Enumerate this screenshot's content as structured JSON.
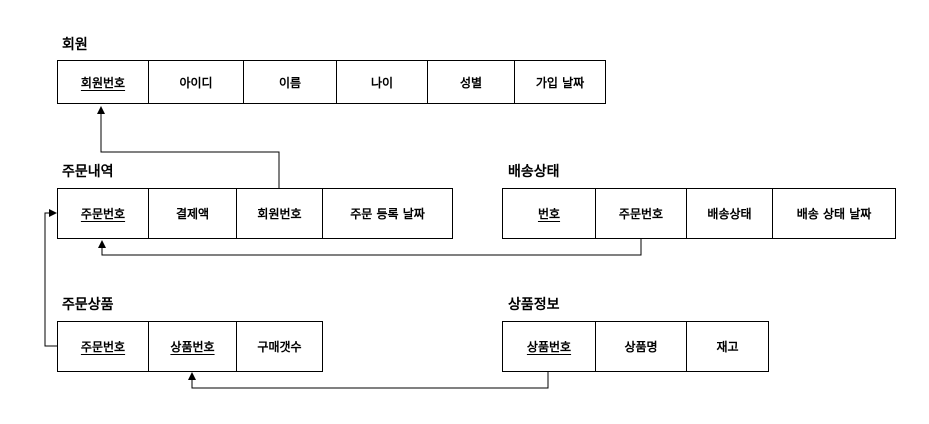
{
  "tables": {
    "member": {
      "name": "회원",
      "columns": [
        {
          "label": "회원번호",
          "key": true
        },
        {
          "label": "아이디",
          "key": false
        },
        {
          "label": "이름",
          "key": false
        },
        {
          "label": "나이",
          "key": false
        },
        {
          "label": "성별",
          "key": false
        },
        {
          "label": "가입 날짜",
          "key": false
        }
      ]
    },
    "order_history": {
      "name": "주문내역",
      "columns": [
        {
          "label": "주문번호",
          "key": true
        },
        {
          "label": "결제액",
          "key": false
        },
        {
          "label": "회원번호",
          "key": false
        },
        {
          "label": "주문 등록 날짜",
          "key": false
        }
      ]
    },
    "delivery_status": {
      "name": "배송상태",
      "columns": [
        {
          "label": "번호",
          "key": true
        },
        {
          "label": "주문번호",
          "key": false
        },
        {
          "label": "배송상태",
          "key": false
        },
        {
          "label": "배송 상태 날짜",
          "key": false
        }
      ]
    },
    "order_item": {
      "name": "주문상품",
      "columns": [
        {
          "label": "주문번호",
          "key": true
        },
        {
          "label": "상품번호",
          "key": true
        },
        {
          "label": "구매갯수",
          "key": false
        }
      ]
    },
    "product_info": {
      "name": "상품정보",
      "columns": [
        {
          "label": "상품번호",
          "key": true
        },
        {
          "label": "상품명",
          "key": false
        },
        {
          "label": "재고",
          "key": false
        }
      ]
    }
  }
}
